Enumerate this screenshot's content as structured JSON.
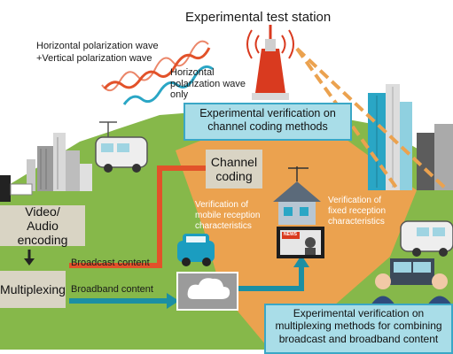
{
  "title": "Experimental test station",
  "wave_labels": {
    "hv_line1": "Horizontal polarization wave",
    "hv_line2": "+Vertical polarization wave",
    "h_only": "Horizontal\npolarization wave\nonly"
  },
  "boxes": {
    "channel_coding_verification": "Experimental verification on\nchannel coding methods",
    "channel_coding": "Channel\ncoding",
    "video_audio_encoding": "Video/\nAudio encoding",
    "multiplexing": "Multiplexing",
    "multiplexing_verification": "Experimental verification on\nmultiplexing methods for combining\nbroadcast and broadband content"
  },
  "notes": {
    "mobile_reception": "Verification of\nmobile reception\ncharacteristics",
    "fixed_reception": "Verification of\nfixed reception\ncharacteristics"
  },
  "arrow_labels": {
    "broadcast": "Broadcast content",
    "broadband": "Broadband content"
  },
  "tv_sign": "NEWS",
  "colors": {
    "green_area": "#86b84a",
    "orange_area": "#eba24f",
    "broadcast_arrow": "#e2522a",
    "broadband_arrow": "#1b8fa3",
    "tower_red": "#d93a1f",
    "cyan_box": "#a9dde8",
    "tan_box": "#d9d4c4"
  }
}
